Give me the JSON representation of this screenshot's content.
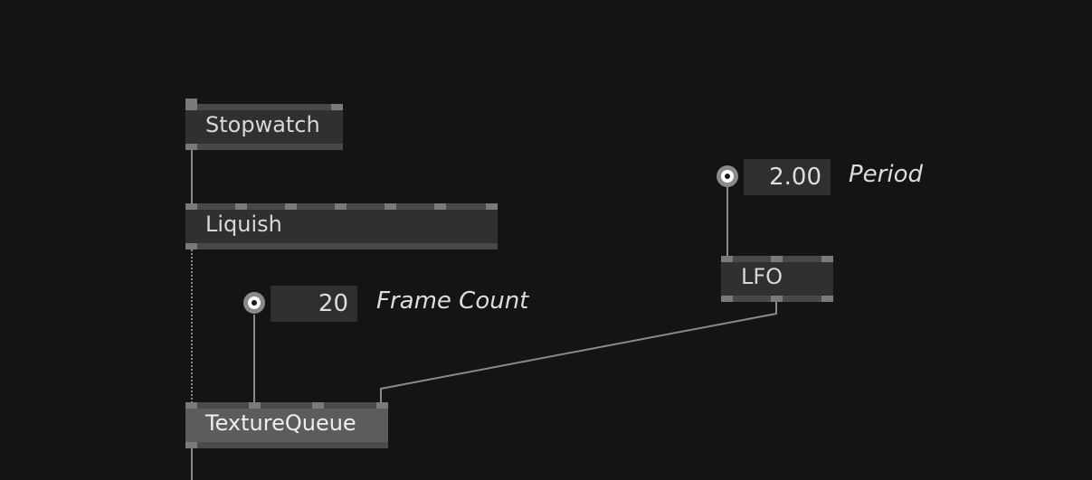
{
  "nodes": {
    "stopwatch": {
      "label": "Stopwatch"
    },
    "liquish": {
      "label": "Liquish"
    },
    "lfo": {
      "label": "LFO"
    },
    "texture_queue": {
      "label": "TextureQueue"
    }
  },
  "iobox": {
    "period": {
      "value": "2.00",
      "label": "Period"
    },
    "frame_count": {
      "value": "20",
      "label": "Frame Count"
    }
  },
  "colors": {
    "background": "#141414",
    "node": "#303030",
    "node_selected": "#5c5c5c",
    "wire": "#8a8a8a"
  }
}
